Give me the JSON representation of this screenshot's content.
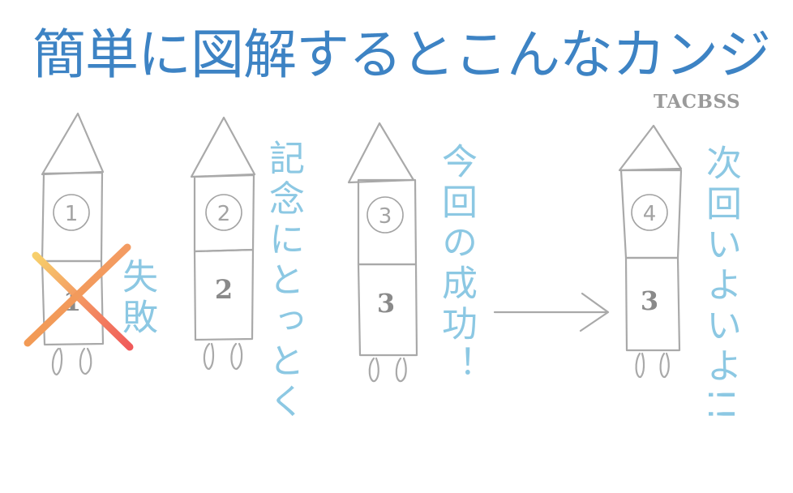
{
  "title": "簡単に図解するとこんなカンジ",
  "brand": "TACBSS",
  "rockets": [
    {
      "label": "①",
      "stage": "1",
      "note": "失敗"
    },
    {
      "label": "②",
      "stage": "2",
      "note": "記念にとっとく"
    },
    {
      "label": "③",
      "stage": "3",
      "note": "今回の成功！"
    },
    {
      "label": "④",
      "stage": "3",
      "note": "次回いよいよ!!"
    }
  ],
  "colors": {
    "title": "#3d83c4",
    "handwriting": "#8cc8e3",
    "sketch": "#a9a9a9",
    "cross_start": "#f7cf6b",
    "cross_end": "#f05a5a"
  }
}
